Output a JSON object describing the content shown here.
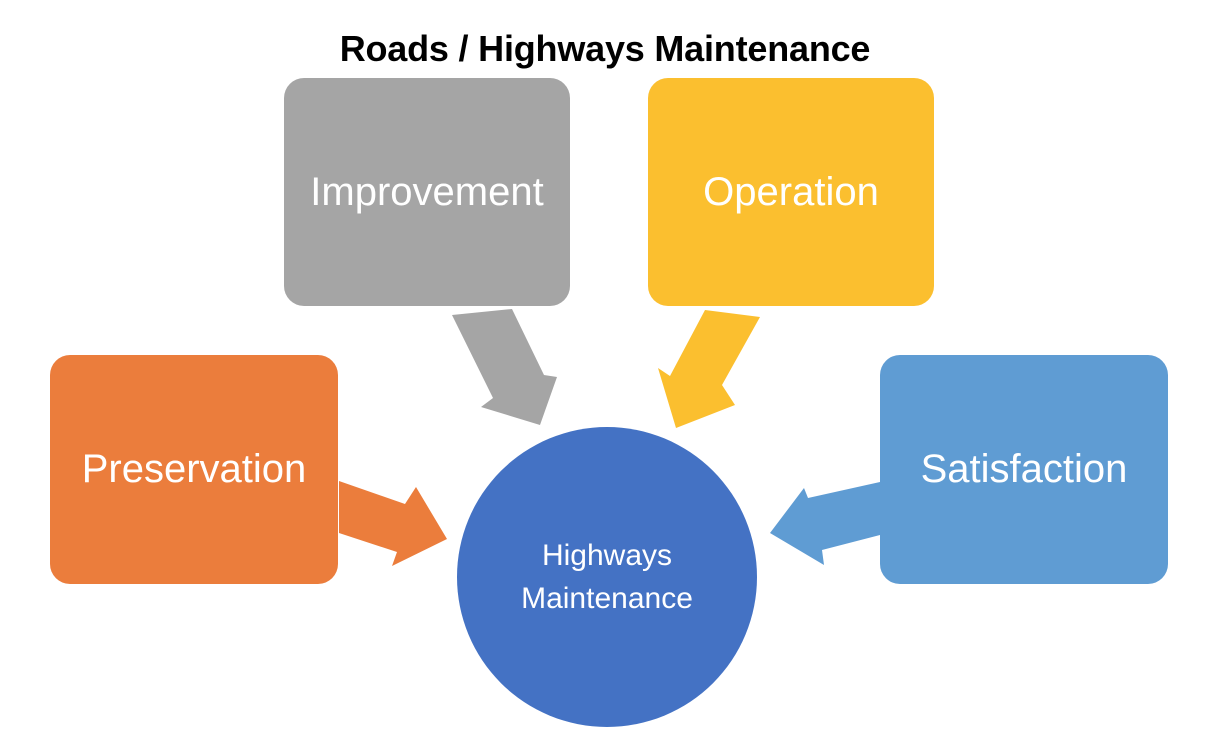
{
  "title": "Roads / Highways Maintenance",
  "hub": {
    "line1": "Highways",
    "line2": "Maintenance",
    "color": "#4472c4"
  },
  "boxes": {
    "improvement": {
      "label": "Improvement",
      "color": "#a5a5a5"
    },
    "operation": {
      "label": "Operation",
      "color": "#fbbf2f"
    },
    "preservation": {
      "label": "Preservation",
      "color": "#eb7d3c"
    },
    "satisfaction": {
      "label": "Satisfaction",
      "color": "#5f9cd3"
    }
  }
}
